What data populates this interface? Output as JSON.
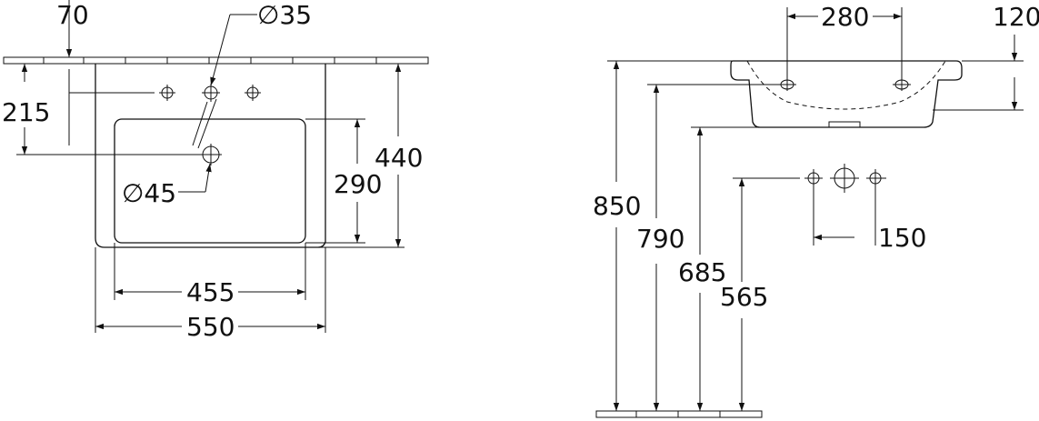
{
  "front_view": {
    "dim_tap_offset": "70",
    "dim_tap_hole_diameter": "∅35",
    "dim_top_to_overflow": "215",
    "dim_overflow_diameter": "∅45",
    "dim_basin_depth": "290",
    "dim_total_depth": "440",
    "dim_basin_width": "455",
    "dim_total_width": "550"
  },
  "side_view": {
    "dim_hole_spacing": "280",
    "dim_rim_height": "120",
    "dim_floor_to_rim": "850",
    "dim_floor_to_underside": "790",
    "dim_floor_to_bottom": "685",
    "dim_floor_to_supply": "565",
    "dim_supply_spacing": "150"
  }
}
